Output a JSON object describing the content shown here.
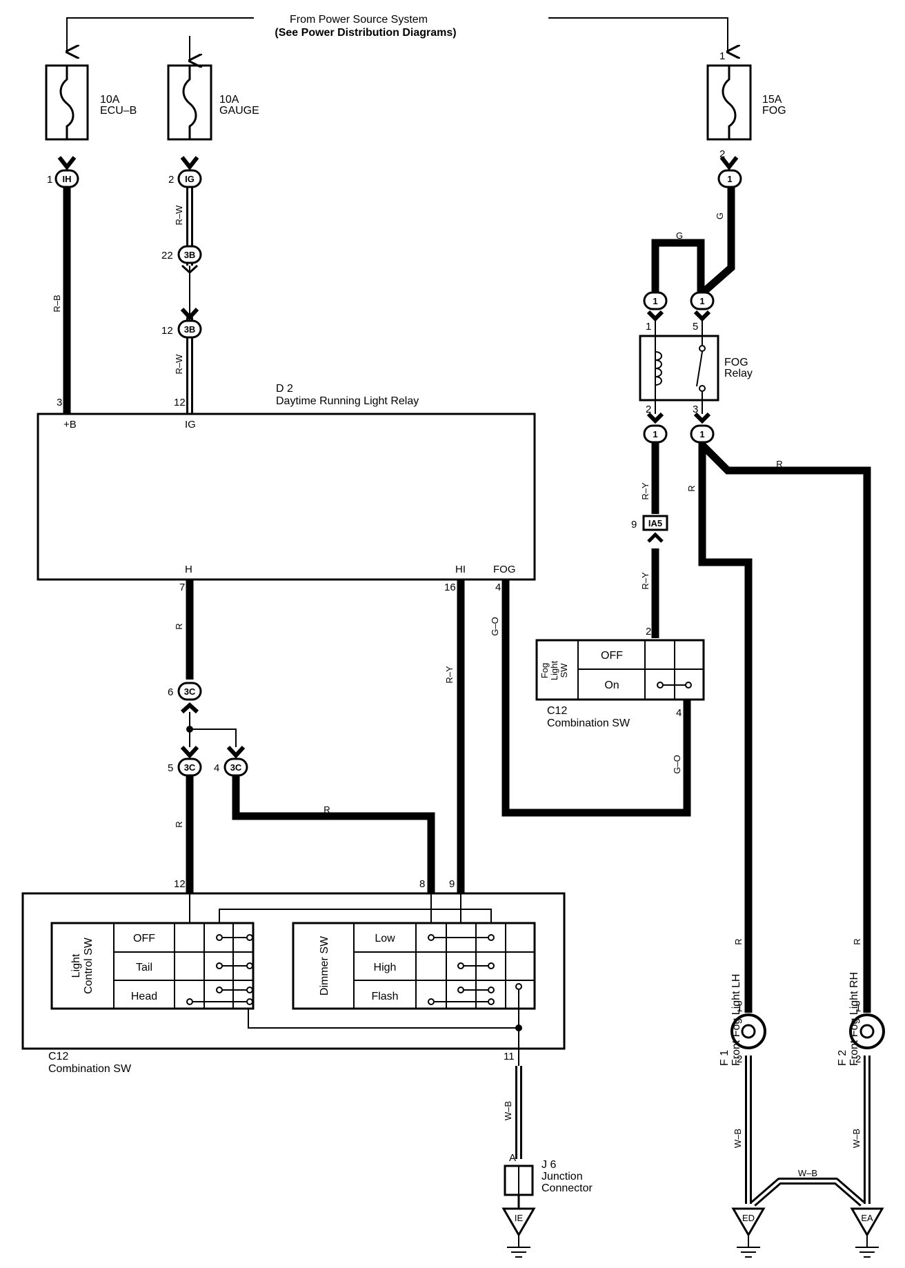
{
  "header": {
    "line1": "From Power Source System",
    "line2": "(See Power Distribution Diagrams)"
  },
  "fuses": {
    "ecub": {
      "rating": "10A",
      "name": "ECU–B"
    },
    "gauge": {
      "rating": "10A",
      "name": "GAUGE"
    },
    "fog": {
      "rating": "15A",
      "name": "FOG",
      "pin_top": "1",
      "pin_bottom": "2"
    }
  },
  "connectors": {
    "ih": {
      "code": "IH",
      "pin": "1"
    },
    "ig": {
      "code": "IG",
      "pin": "2"
    },
    "b3_22": {
      "code": "3B",
      "pin": "22"
    },
    "b3_12": {
      "code": "3B",
      "pin": "12"
    },
    "c3_6": {
      "code": "3C",
      "pin": "6"
    },
    "c3_5": {
      "code": "3C",
      "pin": "5"
    },
    "c3_4": {
      "code": "3C",
      "pin": "4"
    },
    "ia5": {
      "code": "IA5",
      "pin": "9"
    },
    "one": "1"
  },
  "wire_colors": {
    "rb": "R–B",
    "rw": "R–W",
    "r": "R",
    "ry": "R–Y",
    "go": "G–O",
    "g": "G",
    "wb": "W–B"
  },
  "d2": {
    "id": "D 2",
    "name": "Daytime Running Light Relay",
    "pin_b": "3",
    "term_b": "+B",
    "pin_ig": "12",
    "term_ig": "IG",
    "pin_h": "7",
    "term_h": "H",
    "pin_hi": "16",
    "term_hi": "HI",
    "pin_fog": "4",
    "term_fog": "FOG"
  },
  "fog_relay": {
    "name1": "FOG",
    "name2": "Relay",
    "p1": "1",
    "p5": "5",
    "p2": "2",
    "p3": "3"
  },
  "fog_sw": {
    "title_lines": [
      "Fog",
      "Light",
      "SW"
    ],
    "off": "OFF",
    "on": "On",
    "pin_top": "2",
    "pin_bottom": "4",
    "id": "C12",
    "name": "Combination SW"
  },
  "combo_sw": {
    "id": "C12",
    "name": "Combination SW",
    "pin12": "12",
    "pin8": "8",
    "pin9": "9",
    "pin11": "11",
    "light_title": [
      "Light",
      "Control SW"
    ],
    "light_rows": [
      "OFF",
      "Tail",
      "Head"
    ],
    "dimmer_title": "Dimmer SW",
    "dimmer_rows": [
      "Low",
      "High",
      "Flash"
    ]
  },
  "j6": {
    "id": "J 6",
    "name1": "Junction",
    "name2": "Connector",
    "pin": "A"
  },
  "grounds": {
    "ie": "IE",
    "ed": "ED",
    "ea": "EA"
  },
  "fog_lights": {
    "lh": {
      "id": "F 1",
      "name": "Front Fog Light LH",
      "p1": "1",
      "p2": "2"
    },
    "rh": {
      "id": "F 2",
      "name": "Front Fog Light RH",
      "p1": "1",
      "p2": "2"
    }
  },
  "colors": {
    "line": "#000000",
    "background": "#ffffff"
  }
}
